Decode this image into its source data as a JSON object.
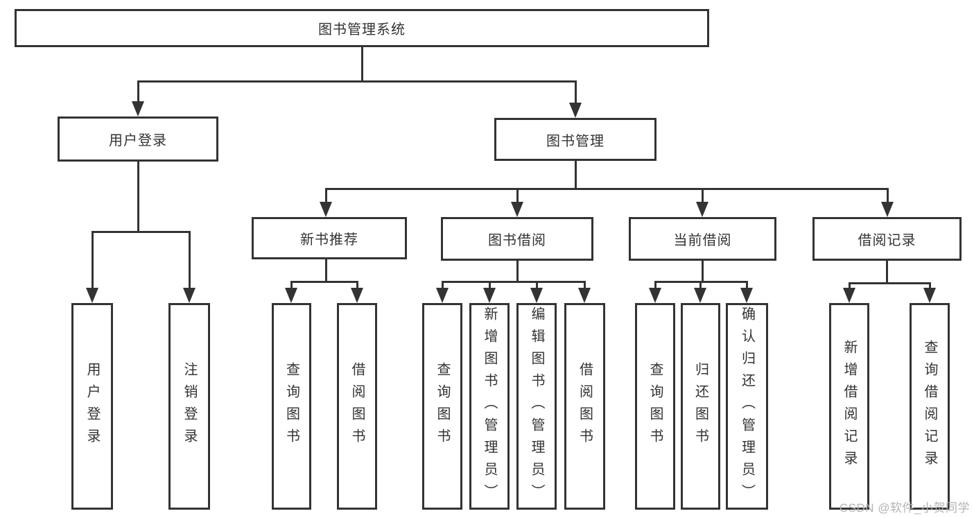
{
  "colors": {
    "line": "#333333",
    "text": "#333333",
    "box_fill": "#ffffff",
    "background": "#ffffff",
    "watermark": "#b3b3b3"
  },
  "watermark": {
    "text": "CSDN @软件_小贺同学"
  },
  "tree": {
    "root": {
      "label": "图书管理系统"
    },
    "branches": [
      {
        "label": "用户登录"
      },
      {
        "label": "图书管理"
      }
    ],
    "user_login": {
      "children": [
        {
          "label": "用户登录"
        },
        {
          "label": "注销登录"
        }
      ]
    },
    "book_mgmt": {
      "children": [
        {
          "label": "新书推荐"
        },
        {
          "label": "图书借阅"
        },
        {
          "label": "当前借阅"
        },
        {
          "label": "借阅记录"
        }
      ]
    },
    "new_book": {
      "children": [
        {
          "label": "查询图书"
        },
        {
          "label": "借阅图书"
        }
      ]
    },
    "book_borrow": {
      "children": [
        {
          "label": "查询图书"
        },
        {
          "label": "新增图书（管理员）"
        },
        {
          "label": "编辑图书（管理员）"
        },
        {
          "label": "借阅图书"
        }
      ]
    },
    "current_borrow": {
      "children": [
        {
          "label": "查询图书"
        },
        {
          "label": "归还图书"
        },
        {
          "label": "确认归还（管理员）"
        }
      ]
    },
    "borrow_record": {
      "children": [
        {
          "label": "新增借阅记录"
        },
        {
          "label": "查询借阅记录"
        }
      ]
    }
  }
}
